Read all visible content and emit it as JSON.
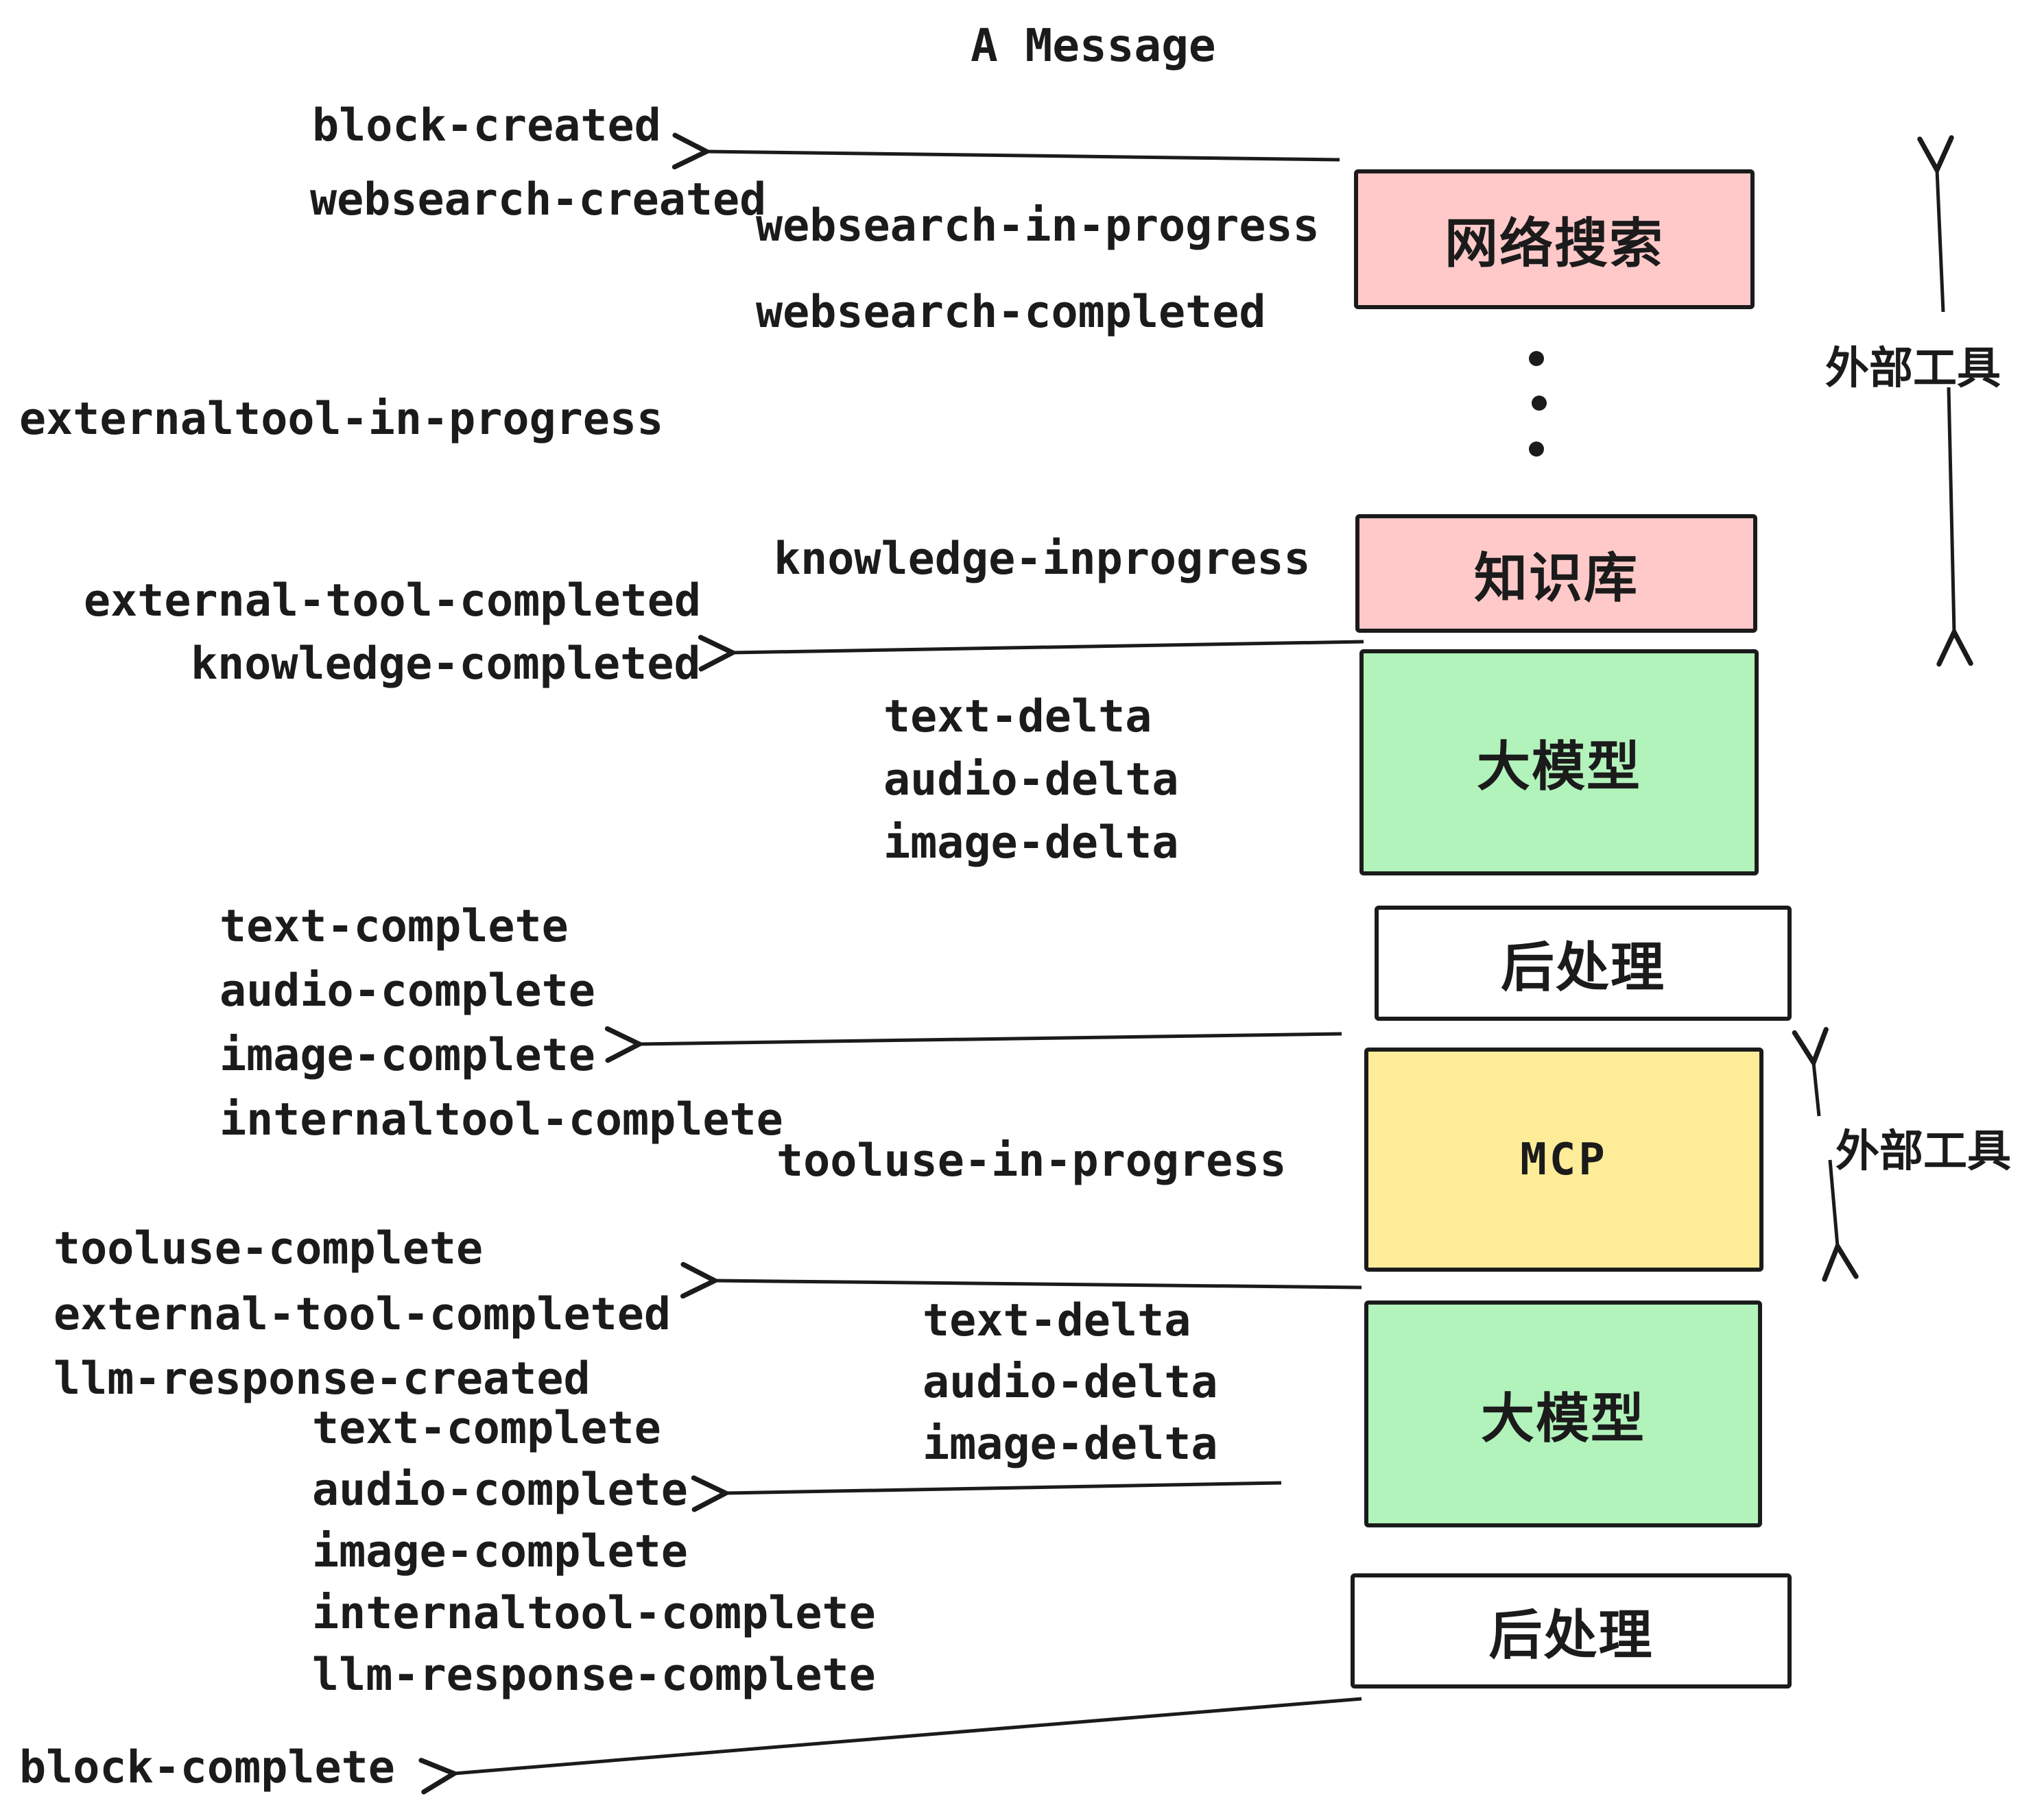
{
  "title": "A Message",
  "colors": {
    "pink": "#ffc9c9",
    "green": "#b2f2bb",
    "yellow": "#ffec99",
    "white": "#ffffff",
    "ink": "#1b1b1b"
  },
  "boxes": {
    "websearch": {
      "label": "网络搜索"
    },
    "knowledge": {
      "label": "知识库"
    },
    "llm1": {
      "label": "大模型"
    },
    "post1": {
      "label": "后处理"
    },
    "mcp": {
      "label": "MCP"
    },
    "llm2": {
      "label": "大模型"
    },
    "post2": {
      "label": "后处理"
    }
  },
  "side_labels": {
    "external_tools_top": "外部工具",
    "external_tools_mcp": "外部工具"
  },
  "events": {
    "block_created": "block-created",
    "websearch_created": "websearch-created",
    "websearch_in_progress": "websearch-in-progress",
    "websearch_completed": "websearch-completed",
    "externaltool_in_progress": "externaltool-in-progress",
    "knowledge_inprogress": "knowledge-inprogress",
    "external_tool_completed": "external-tool-completed",
    "knowledge_completed": "knowledge-completed",
    "deltas_llm1": [
      "text-delta",
      "audio-delta",
      "image-delta"
    ],
    "completes_post1": [
      "text-complete",
      "audio-complete",
      "image-complete",
      "internaltool-complete"
    ],
    "tooluse_in_progress": "tooluse-in-progress",
    "tooluse_complete": "tooluse-complete",
    "external_tool_completed_2": "external-tool-completed",
    "llm_response_created": "llm-response-created",
    "deltas_llm2": [
      "text-delta",
      "audio-delta",
      "image-delta"
    ],
    "completes_post2": [
      "text-complete",
      "audio-complete",
      "image-complete",
      "internaltool-complete",
      "llm-response-complete"
    ],
    "block_complete": "block-complete"
  }
}
